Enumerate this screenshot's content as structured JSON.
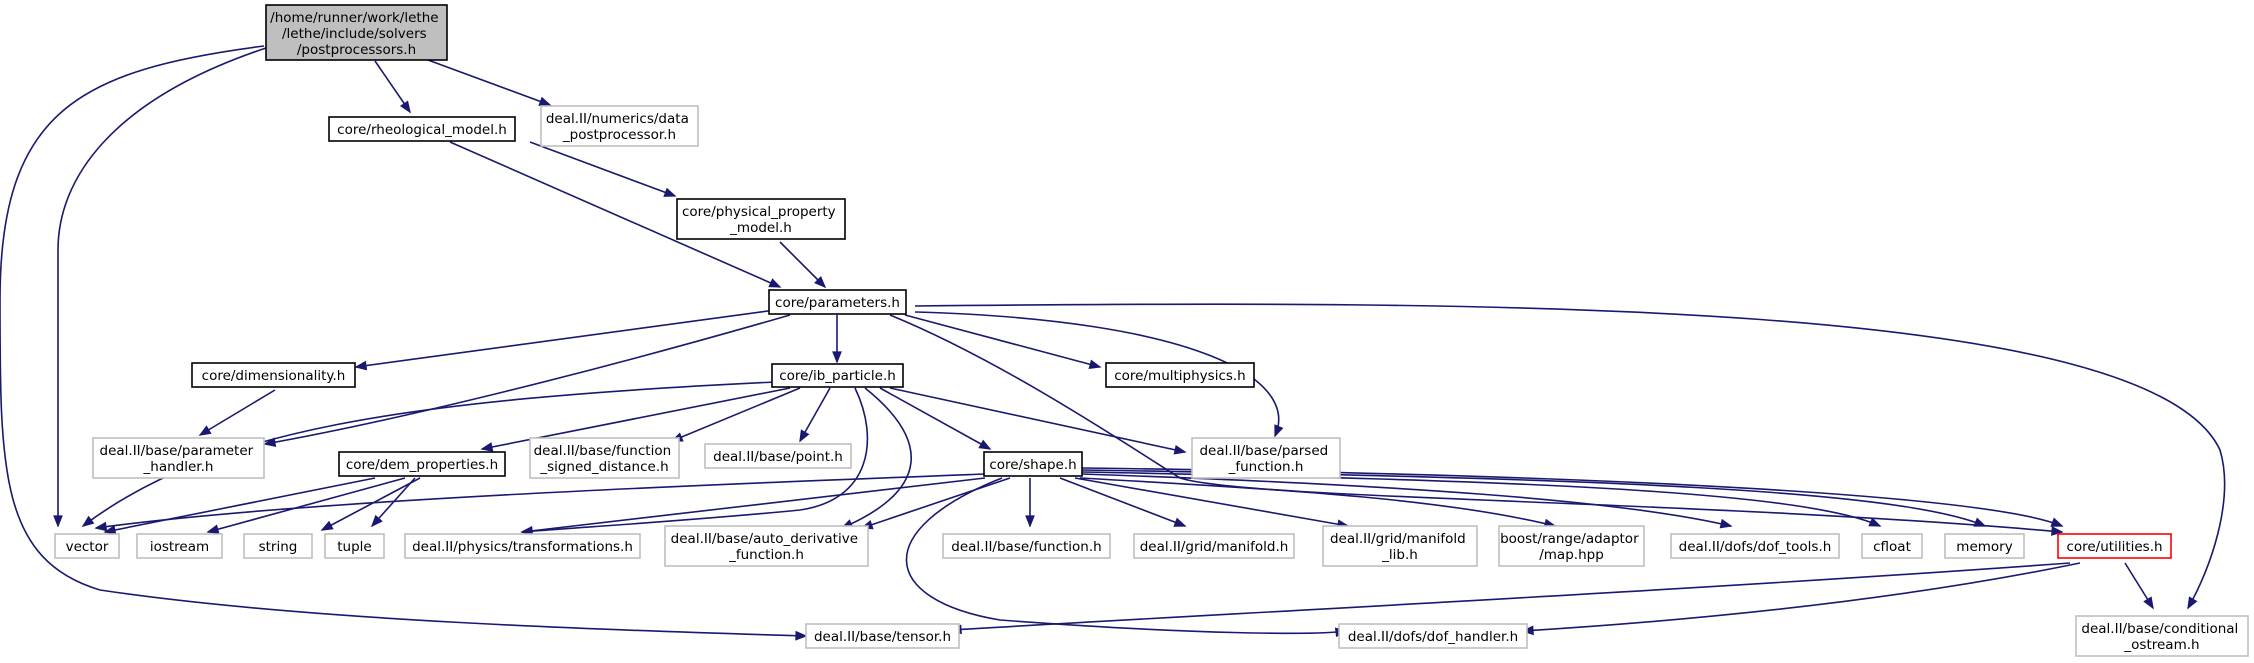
{
  "diagram": {
    "type": "include-dependency-graph",
    "colors": {
      "edge": "#191970",
      "root_fill": "#bfbfbf",
      "node_fill": "#ffffff",
      "local_border": "#000000",
      "external_border": "#bfbfbf",
      "truncated_border": "#ff0000"
    },
    "nodes": [
      {
        "id": "root",
        "style": "root",
        "lines": [
          "/home/runner/work/lethe",
          "/lethe/include/solvers",
          "/postprocessors.h"
        ]
      },
      {
        "id": "dataproc",
        "style": "external",
        "lines": [
          "deal.II/numerics/data",
          "_postprocessor.h"
        ]
      },
      {
        "id": "rheo",
        "style": "local",
        "lines": [
          "core/rheological_model.h"
        ]
      },
      {
        "id": "physprop",
        "style": "local",
        "lines": [
          "core/physical_property",
          "_model.h"
        ]
      },
      {
        "id": "params",
        "style": "local",
        "lines": [
          "core/parameters.h"
        ]
      },
      {
        "id": "dimen",
        "style": "local",
        "lines": [
          "core/dimensionality.h"
        ]
      },
      {
        "id": "ibpart",
        "style": "local",
        "lines": [
          "core/ib_particle.h"
        ]
      },
      {
        "id": "multiph",
        "style": "local",
        "lines": [
          "core/multiphysics.h"
        ]
      },
      {
        "id": "paramhandler",
        "style": "external",
        "lines": [
          "deal.II/base/parameter",
          "_handler.h"
        ]
      },
      {
        "id": "demprop",
        "style": "local",
        "lines": [
          "core/dem_properties.h"
        ]
      },
      {
        "id": "funcsd",
        "style": "external",
        "lines": [
          "deal.II/base/function",
          "_signed_distance.h"
        ]
      },
      {
        "id": "point",
        "style": "external",
        "lines": [
          "deal.II/base/point.h"
        ]
      },
      {
        "id": "shape",
        "style": "local",
        "lines": [
          "core/shape.h"
        ]
      },
      {
        "id": "parsedfunc",
        "style": "external",
        "lines": [
          "deal.II/base/parsed",
          "_function.h"
        ]
      },
      {
        "id": "vector",
        "style": "external",
        "lines": [
          "vector"
        ]
      },
      {
        "id": "iostream",
        "style": "external",
        "lines": [
          "iostream"
        ]
      },
      {
        "id": "string",
        "style": "external",
        "lines": [
          "string"
        ]
      },
      {
        "id": "tuple",
        "style": "external",
        "lines": [
          "tuple"
        ]
      },
      {
        "id": "transf",
        "style": "external",
        "lines": [
          "deal.II/physics/transformations.h"
        ]
      },
      {
        "id": "autoderiv",
        "style": "external",
        "lines": [
          "deal.II/base/auto_derivative",
          "_function.h"
        ]
      },
      {
        "id": "function",
        "style": "external",
        "lines": [
          "deal.II/base/function.h"
        ]
      },
      {
        "id": "manifold",
        "style": "external",
        "lines": [
          "deal.II/grid/manifold.h"
        ]
      },
      {
        "id": "manifoldlib",
        "style": "external",
        "lines": [
          "deal.II/grid/manifold",
          "_lib.h"
        ]
      },
      {
        "id": "boostmap",
        "style": "external",
        "lines": [
          "boost/range/adaptor",
          "/map.hpp"
        ]
      },
      {
        "id": "doftools",
        "style": "external",
        "lines": [
          "deal.II/dofs/dof_tools.h"
        ]
      },
      {
        "id": "cfloat",
        "style": "external",
        "lines": [
          "cfloat"
        ]
      },
      {
        "id": "memory",
        "style": "external",
        "lines": [
          "memory"
        ]
      },
      {
        "id": "utilities",
        "style": "truncated",
        "lines": [
          "core/utilities.h"
        ]
      },
      {
        "id": "tensor",
        "style": "external",
        "lines": [
          "deal.II/base/tensor.h"
        ]
      },
      {
        "id": "dofhandler",
        "style": "external",
        "lines": [
          "deal.II/dofs/dof_handler.h"
        ]
      },
      {
        "id": "condostream",
        "style": "external",
        "lines": [
          "deal.II/base/conditional",
          "_ostream.h"
        ]
      }
    ],
    "edges": [
      [
        "root",
        "rheo"
      ],
      [
        "root",
        "dataproc"
      ],
      [
        "root",
        "vector"
      ],
      [
        "root",
        "tensor"
      ],
      [
        "rheo",
        "physprop"
      ],
      [
        "rheo",
        "params"
      ],
      [
        "physprop",
        "params"
      ],
      [
        "params",
        "dimen"
      ],
      [
        "params",
        "ibpart"
      ],
      [
        "params",
        "multiph"
      ],
      [
        "params",
        "paramhandler"
      ],
      [
        "params",
        "parsedfunc"
      ],
      [
        "params",
        "utilities"
      ],
      [
        "params",
        "condostream"
      ],
      [
        "dimen",
        "paramhandler"
      ],
      [
        "ibpart",
        "demprop"
      ],
      [
        "ibpart",
        "funcsd"
      ],
      [
        "ibpart",
        "point"
      ],
      [
        "ibpart",
        "shape"
      ],
      [
        "ibpart",
        "parsedfunc"
      ],
      [
        "ibpart",
        "vector"
      ],
      [
        "ibpart",
        "transf"
      ],
      [
        "ibpart",
        "autoderiv"
      ],
      [
        "demprop",
        "vector"
      ],
      [
        "demprop",
        "iostream"
      ],
      [
        "demprop",
        "string"
      ],
      [
        "demprop",
        "tuple"
      ],
      [
        "shape",
        "vector"
      ],
      [
        "shape",
        "transf"
      ],
      [
        "shape",
        "autoderiv"
      ],
      [
        "shape",
        "function"
      ],
      [
        "shape",
        "manifold"
      ],
      [
        "shape",
        "manifoldlib"
      ],
      [
        "shape",
        "boostmap"
      ],
      [
        "shape",
        "doftools"
      ],
      [
        "shape",
        "cfloat"
      ],
      [
        "shape",
        "memory"
      ],
      [
        "shape",
        "utilities"
      ],
      [
        "shape",
        "dofhandler"
      ],
      [
        "utilities",
        "tensor"
      ],
      [
        "utilities",
        "dofhandler"
      ],
      [
        "utilities",
        "condostream"
      ]
    ]
  }
}
